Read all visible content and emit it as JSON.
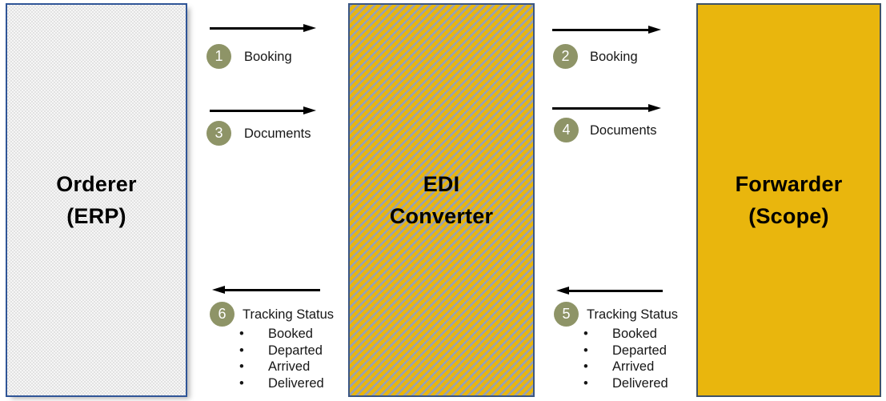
{
  "boxes": [
    {
      "name": "orderer",
      "title_lines": [
        "Orderer",
        "(ERP)"
      ]
    },
    {
      "name": "edi-converter",
      "title_lines": [
        "EDI",
        "Converter"
      ]
    },
    {
      "name": "forwarder",
      "title_lines": [
        "Forwarder",
        "(Scope)"
      ]
    }
  ],
  "flows": [
    {
      "number": "1",
      "label": "Booking"
    },
    {
      "number": "2",
      "label": "Booking"
    },
    {
      "number": "3",
      "label": "Documents"
    },
    {
      "number": "4",
      "label": "Documents"
    },
    {
      "number": "5",
      "label": "Tracking Status",
      "bullets": [
        "Booked",
        "Departed",
        "Arrived",
        "Delivered"
      ]
    },
    {
      "number": "6",
      "label": "Tracking Status",
      "bullets": [
        "Booked",
        "Departed",
        "Arrived",
        "Delivered"
      ]
    }
  ],
  "colors": {
    "gold": "#E9B60D",
    "stripe_gray": "#9AA1AE",
    "box_border_blue": "#2F5597",
    "edi_border": "#3A5684",
    "forwarder_border": "#3F5266",
    "step_badge_olive": "#8E9467",
    "arrow_black": "#000000"
  }
}
